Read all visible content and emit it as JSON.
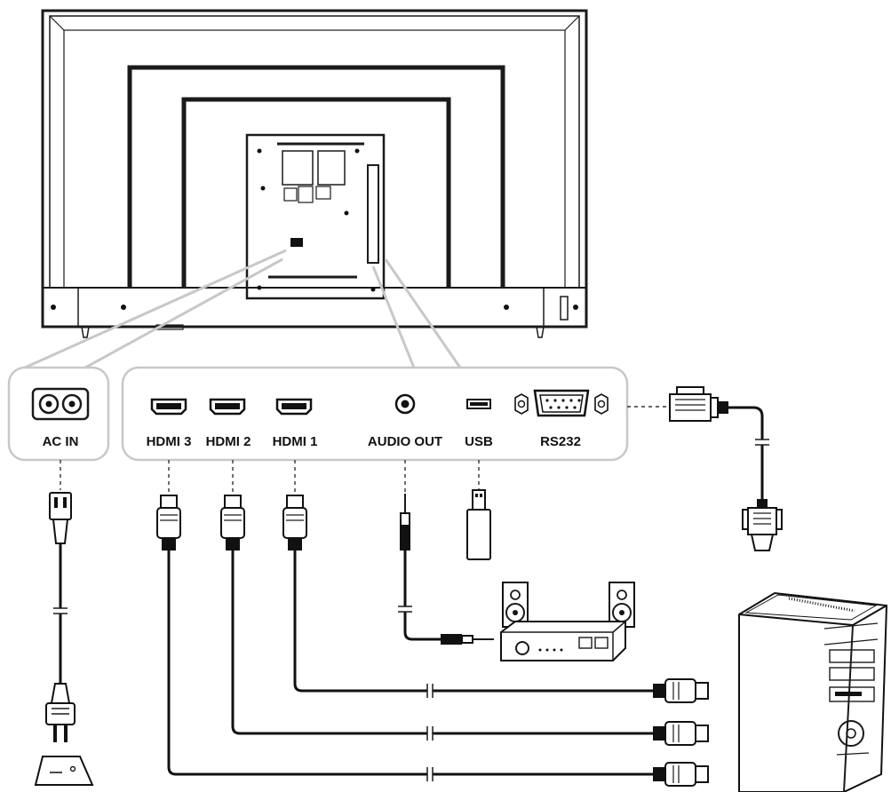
{
  "ports": {
    "ac_in": "AC IN",
    "hdmi3": "HDMI 3",
    "hdmi2": "HDMI 2",
    "hdmi1": "HDMI 1",
    "audio_out": "AUDIO OUT",
    "usb": "USB",
    "rs232": "RS232"
  }
}
